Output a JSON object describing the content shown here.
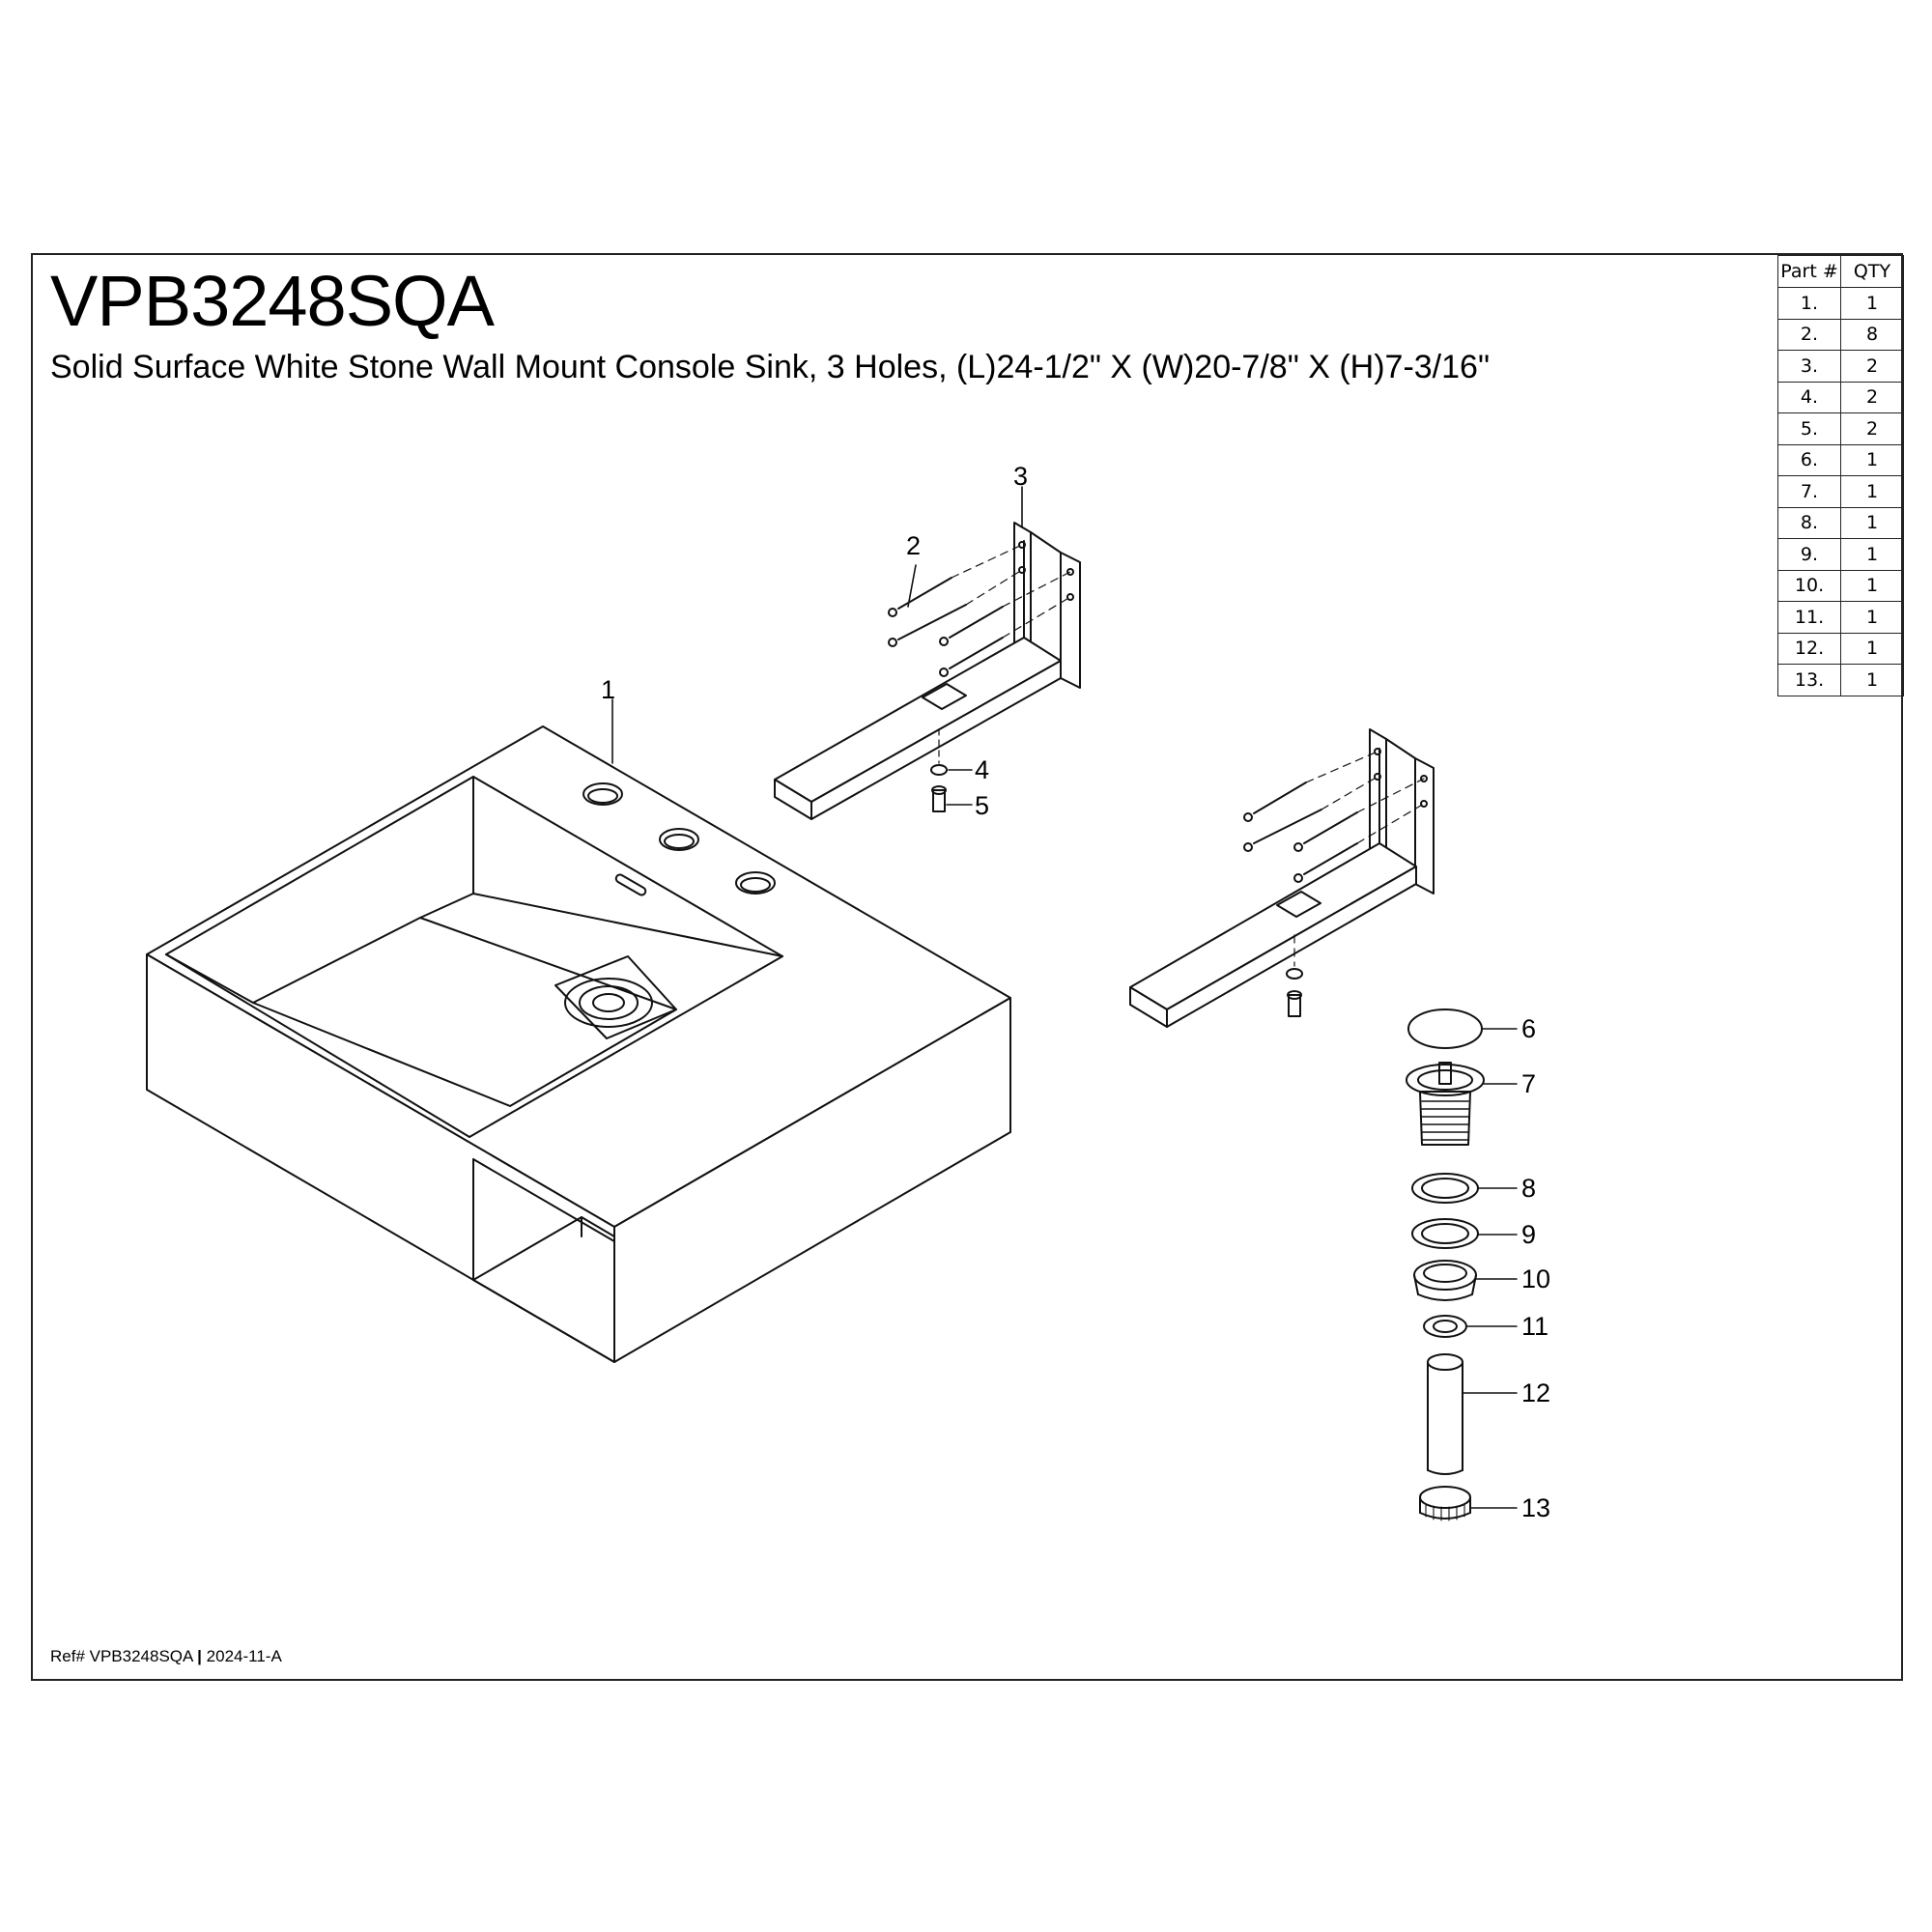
{
  "header": {
    "model": "VPB3248SQA",
    "description": "Solid Surface White Stone Wall Mount Console Sink, 3 Holes, (L)24-1/2\" X (W)20-7/8\" X (H)7-3/16\""
  },
  "footer": {
    "ref_prefix": "Ref# VPB3248SQA",
    "separator": "|",
    "revision": "2024-11-A"
  },
  "parts_table": {
    "headers": [
      "Part #",
      "QTY"
    ],
    "rows": [
      {
        "part": "1.",
        "qty": "1"
      },
      {
        "part": "2.",
        "qty": "8"
      },
      {
        "part": "3.",
        "qty": "2"
      },
      {
        "part": "4.",
        "qty": "2"
      },
      {
        "part": "5.",
        "qty": "2"
      },
      {
        "part": "6.",
        "qty": "1"
      },
      {
        "part": "7.",
        "qty": "1"
      },
      {
        "part": "8.",
        "qty": "1"
      },
      {
        "part": "9.",
        "qty": "1"
      },
      {
        "part": "10.",
        "qty": "1"
      },
      {
        "part": "11.",
        "qty": "1"
      },
      {
        "part": "12.",
        "qty": "1"
      },
      {
        "part": "13.",
        "qty": "1"
      }
    ]
  },
  "callouts": [
    "1",
    "2",
    "3",
    "4",
    "5",
    "6",
    "7",
    "8",
    "9",
    "10",
    "11",
    "12",
    "13"
  ]
}
